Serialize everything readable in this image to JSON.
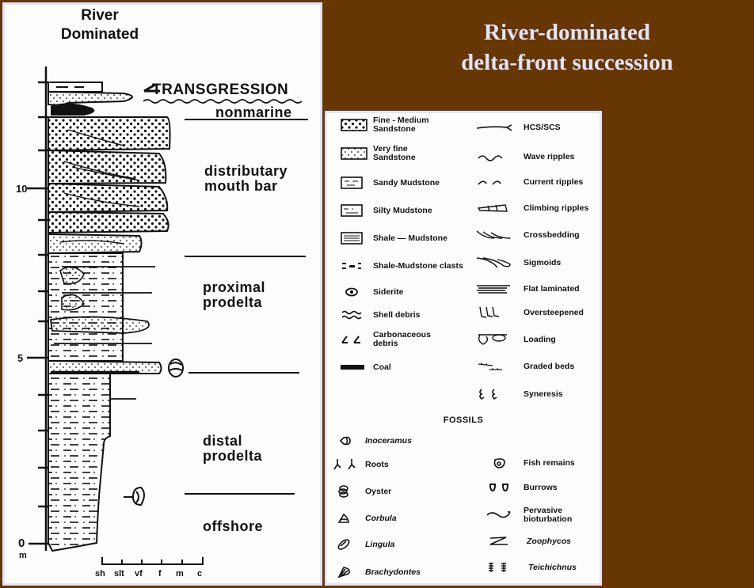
{
  "slide": {
    "title_line1": "River-dominated",
    "title_line2": "delta-front succession",
    "background_color": "#663605",
    "title_color": "#e4e4f8"
  },
  "column": {
    "heading_line1": "River",
    "heading_line2": "Dominated",
    "transgression_label": "TRANSGRESSION",
    "depth_axis": {
      "unit": "m",
      "ticks": [
        "0",
        "5",
        "10"
      ]
    },
    "grain_size_scale": [
      "sh",
      "slt",
      "vf",
      "f",
      "m",
      "c"
    ],
    "environments": [
      {
        "label": "nonmarine"
      },
      {
        "label_line1": "distributary",
        "label_line2": "mouth bar"
      },
      {
        "label_line1": "proximal",
        "label_line2": "prodelta"
      },
      {
        "label_line1": "distal",
        "label_line2": "prodelta"
      },
      {
        "label": "offshore"
      }
    ]
  },
  "legend": {
    "lithology": [
      {
        "icon": "fine-medium-sandstone-pattern",
        "line1": "Fine - Medium",
        "line2": "Sandstone"
      },
      {
        "icon": "very-fine-sandstone-pattern",
        "line1": "Very fine",
        "line2": "Sandstone"
      },
      {
        "icon": "sandy-mudstone-pattern",
        "line1": "Sandy Mudstone"
      },
      {
        "icon": "silty-mudstone-pattern",
        "line1": "Silty Mudstone"
      },
      {
        "icon": "shale-mudstone-pattern",
        "line1": "Shale — Mudstone"
      },
      {
        "icon": "shale-mudstone-clasts",
        "line1": "Shale-Mudstone clasts"
      },
      {
        "icon": "siderite",
        "line1": "Siderite"
      },
      {
        "icon": "shell-debris",
        "line1": "Shell debris"
      },
      {
        "icon": "carbonaceous-debris",
        "line1": "Carbonaceous",
        "line2": "debris"
      },
      {
        "icon": "coal",
        "line1": "Coal"
      }
    ],
    "structures": [
      {
        "icon": "hcs-scs",
        "label": "HCS/SCS"
      },
      {
        "icon": "wave-ripples",
        "label": "Wave ripples"
      },
      {
        "icon": "current-ripples",
        "label": "Current ripples"
      },
      {
        "icon": "climbing-ripples",
        "label": "Climbing ripples"
      },
      {
        "icon": "crossbedding",
        "label": "Crossbedding"
      },
      {
        "icon": "sigmoids",
        "label": "Sigmoids"
      },
      {
        "icon": "flat-laminated",
        "label": "Flat laminated"
      },
      {
        "icon": "oversteepened",
        "label": "Oversteepened"
      },
      {
        "icon": "loading",
        "label": "Loading"
      },
      {
        "icon": "graded-beds",
        "label": "Graded beds"
      },
      {
        "icon": "syneresis",
        "label": "Syneresis"
      }
    ],
    "fossils_heading": "FOSSILS",
    "fossils_left": [
      {
        "icon": "inoceramus",
        "label": "Inoceramus",
        "italic": true
      },
      {
        "icon": "roots",
        "label": "Roots",
        "italic": false
      },
      {
        "icon": "oyster",
        "label": "Oyster",
        "italic": false
      },
      {
        "icon": "corbula",
        "label": "Corbula",
        "italic": true
      },
      {
        "icon": "lingula",
        "label": "Lingula",
        "italic": true
      },
      {
        "icon": "brachydontes",
        "label": "Brachydontes",
        "italic": true
      }
    ],
    "fossils_right": [
      {
        "icon": "fish-remains",
        "line1": "Fish remains"
      },
      {
        "icon": "burrows",
        "line1": "Burrows"
      },
      {
        "icon": "pervasive-bioturbation",
        "line1": "Pervasive",
        "line2": "bioturbation"
      },
      {
        "icon": "zoophycos",
        "line1": "Zoophycos",
        "italic": true
      },
      {
        "icon": "teichichnus",
        "line1": "Teichichnus",
        "italic": true
      }
    ]
  }
}
